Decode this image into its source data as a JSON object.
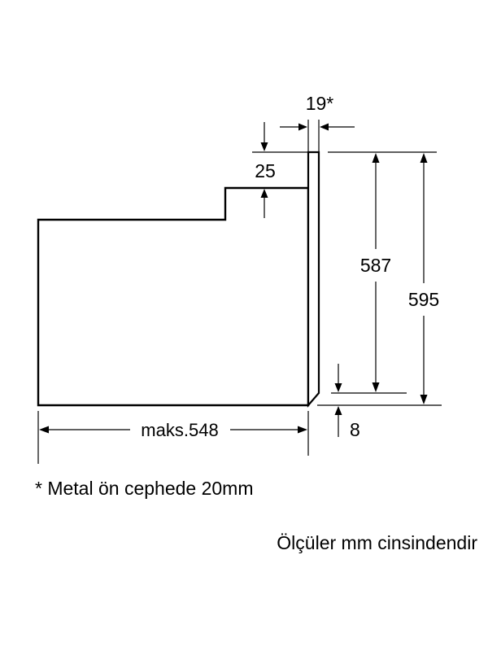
{
  "dimensions": {
    "top_gap": "19*",
    "top_step": "25",
    "inner_height": "587",
    "total_height": "595",
    "bottom_offset": "8",
    "max_depth": "maks.548"
  },
  "notes": {
    "footnote": "* Metal ön cephede 20mm",
    "units": "Ölçüler mm cinsindendir"
  }
}
